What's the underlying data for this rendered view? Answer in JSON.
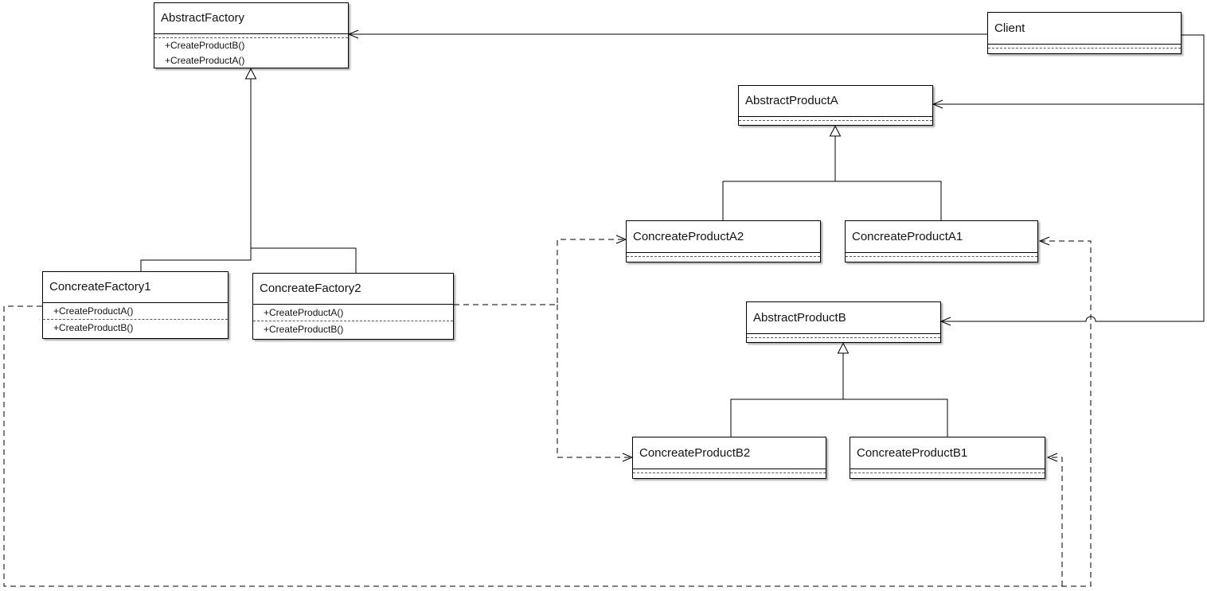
{
  "diagram_type": "uml-class-diagram",
  "colors": {
    "background": "#ffffff",
    "box_fill": "#ffffff",
    "box_border": "#000000",
    "connector": "#000000",
    "separator_dotted": "#5b5b5b"
  },
  "classes": {
    "abstract_factory": {
      "name": "AbstractFactory",
      "methods": [
        "+CreateProductB()",
        "+CreateProductA()"
      ]
    },
    "client": {
      "name": "Client",
      "methods": []
    },
    "abstract_product_a": {
      "name": "AbstractProductA",
      "methods": []
    },
    "concreate_product_a2": {
      "name": "ConcreateProductA2",
      "methods": []
    },
    "concreate_product_a1": {
      "name": "ConcreateProductA1",
      "methods": []
    },
    "abstract_product_b": {
      "name": "AbstractProductB",
      "methods": []
    },
    "concreate_product_b2": {
      "name": "ConcreateProductB2",
      "methods": []
    },
    "concreate_product_b1": {
      "name": "ConcreateProductB1",
      "methods": []
    },
    "concreate_factory1": {
      "name": "ConcreateFactory1",
      "methods": [
        "+CreateProductA()",
        "+CreateProductB()"
      ]
    },
    "concreate_factory2": {
      "name": "ConcreateFactory2",
      "methods": [
        "+CreateProductA()",
        "+CreateProductB()"
      ]
    }
  },
  "relationships": [
    {
      "from": "Client",
      "to": "AbstractFactory",
      "type": "association",
      "line": "solid",
      "arrow": "open"
    },
    {
      "from": "Client",
      "to": "AbstractProductA",
      "type": "association",
      "line": "solid",
      "arrow": "open"
    },
    {
      "from": "Client",
      "to": "AbstractProductB",
      "type": "association",
      "line": "solid",
      "arrow": "open"
    },
    {
      "from": "ConcreateFactory1",
      "to": "AbstractFactory",
      "type": "generalization",
      "line": "solid",
      "arrow": "hollow-triangle"
    },
    {
      "from": "ConcreateFactory2",
      "to": "AbstractFactory",
      "type": "generalization",
      "line": "solid",
      "arrow": "hollow-triangle"
    },
    {
      "from": "ConcreateProductA2",
      "to": "AbstractProductA",
      "type": "generalization",
      "line": "solid",
      "arrow": "hollow-triangle"
    },
    {
      "from": "ConcreateProductA1",
      "to": "AbstractProductA",
      "type": "generalization",
      "line": "solid",
      "arrow": "hollow-triangle"
    },
    {
      "from": "ConcreateProductB2",
      "to": "AbstractProductB",
      "type": "generalization",
      "line": "solid",
      "arrow": "hollow-triangle"
    },
    {
      "from": "ConcreateProductB1",
      "to": "AbstractProductB",
      "type": "generalization",
      "line": "solid",
      "arrow": "hollow-triangle"
    },
    {
      "from": "ConcreateFactory2",
      "to": "ConcreateProductA2",
      "type": "dependency",
      "line": "dashed",
      "arrow": "open"
    },
    {
      "from": "ConcreateFactory2",
      "to": "ConcreateProductB2",
      "type": "dependency",
      "line": "dashed",
      "arrow": "open"
    },
    {
      "from": "ConcreateFactory1",
      "to": "ConcreateProductA1",
      "type": "dependency",
      "line": "dashed",
      "arrow": "open"
    },
    {
      "from": "ConcreateFactory1",
      "to": "ConcreateProductB1",
      "type": "dependency",
      "line": "dashed",
      "arrow": "open"
    }
  ]
}
